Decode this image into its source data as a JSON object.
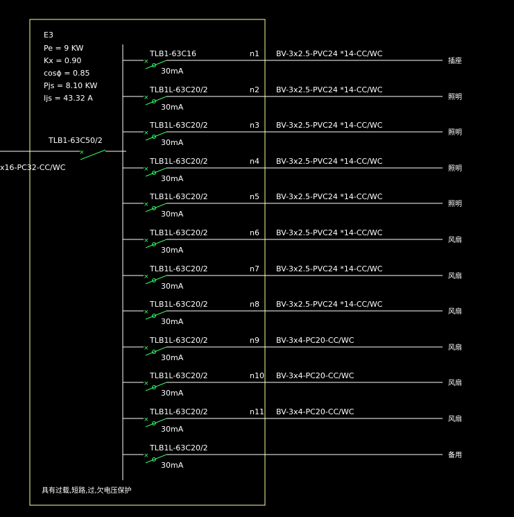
{
  "panel": {
    "name": "E3",
    "params": [
      "Pe = 9 KW",
      "Kx = 0.90",
      "cosϕ = 0.85",
      "Pjs = 8.10 KW",
      "Ijs = 43.32 A"
    ],
    "main_breaker": "TLB1-63C50/2",
    "incoming_cable": "x16-PC32-CC/WC",
    "footnote": "具有过载,短路,过,欠电压保护"
  },
  "colors": {
    "background": "#000000",
    "text": "#ffffff",
    "box": "#ffff99",
    "switch": "#33ff66",
    "line": "#ffffff"
  },
  "circuits": [
    {
      "breaker": "TLB1-63C16",
      "rcd": "30mA",
      "circuit": "n1",
      "cable": "BV-3x2.5-PVC24 *14-CC/WC",
      "load": "插座"
    },
    {
      "breaker": "TLB1L-63C20/2",
      "rcd": "30mA",
      "circuit": "n2",
      "cable": "BV-3x2.5-PVC24 *14-CC/WC",
      "load": "照明"
    },
    {
      "breaker": "TLB1L-63C20/2",
      "rcd": "30mA",
      "circuit": "n3",
      "cable": "BV-3x2.5-PVC24 *14-CC/WC",
      "load": "照明"
    },
    {
      "breaker": "TLB1L-63C20/2",
      "rcd": "30mA",
      "circuit": "n4",
      "cable": "BV-3x2.5-PVC24 *14-CC/WC",
      "load": "照明"
    },
    {
      "breaker": "TLB1L-63C20/2",
      "rcd": "30mA",
      "circuit": "n5",
      "cable": "BV-3x2.5-PVC24 *14-CC/WC",
      "load": "照明"
    },
    {
      "breaker": "TLB1L-63C20/2",
      "rcd": "30mA",
      "circuit": "n6",
      "cable": "BV-3x2.5-PVC24 *14-CC/WC",
      "load": "风扇"
    },
    {
      "breaker": "TLB1L-63C20/2",
      "rcd": "30mA",
      "circuit": "n7",
      "cable": "BV-3x2.5-PVC24 *14-CC/WC",
      "load": "风扇"
    },
    {
      "breaker": "TLB1L-63C20/2",
      "rcd": "30mA",
      "circuit": "n8",
      "cable": "BV-3x2.5-PVC24 *14-CC/WC",
      "load": "风扇"
    },
    {
      "breaker": "TLB1L-63C20/2",
      "rcd": "30mA",
      "circuit": "n9",
      "cable": "BV-3x4-PC20-CC/WC",
      "load": "风扇"
    },
    {
      "breaker": "TLB1L-63C20/2",
      "rcd": "30mA",
      "circuit": "n10",
      "cable": "BV-3x4-PC20-CC/WC",
      "load": "风扇"
    },
    {
      "breaker": "TLB1L-63C20/2",
      "rcd": "30mA",
      "circuit": "n11",
      "cable": "BV-3x4-PC20-CC/WC",
      "load": "风扇"
    },
    {
      "breaker": "TLB1L-63C20/2",
      "rcd": "30mA",
      "circuit": "",
      "cable": "",
      "load": "备用"
    }
  ]
}
